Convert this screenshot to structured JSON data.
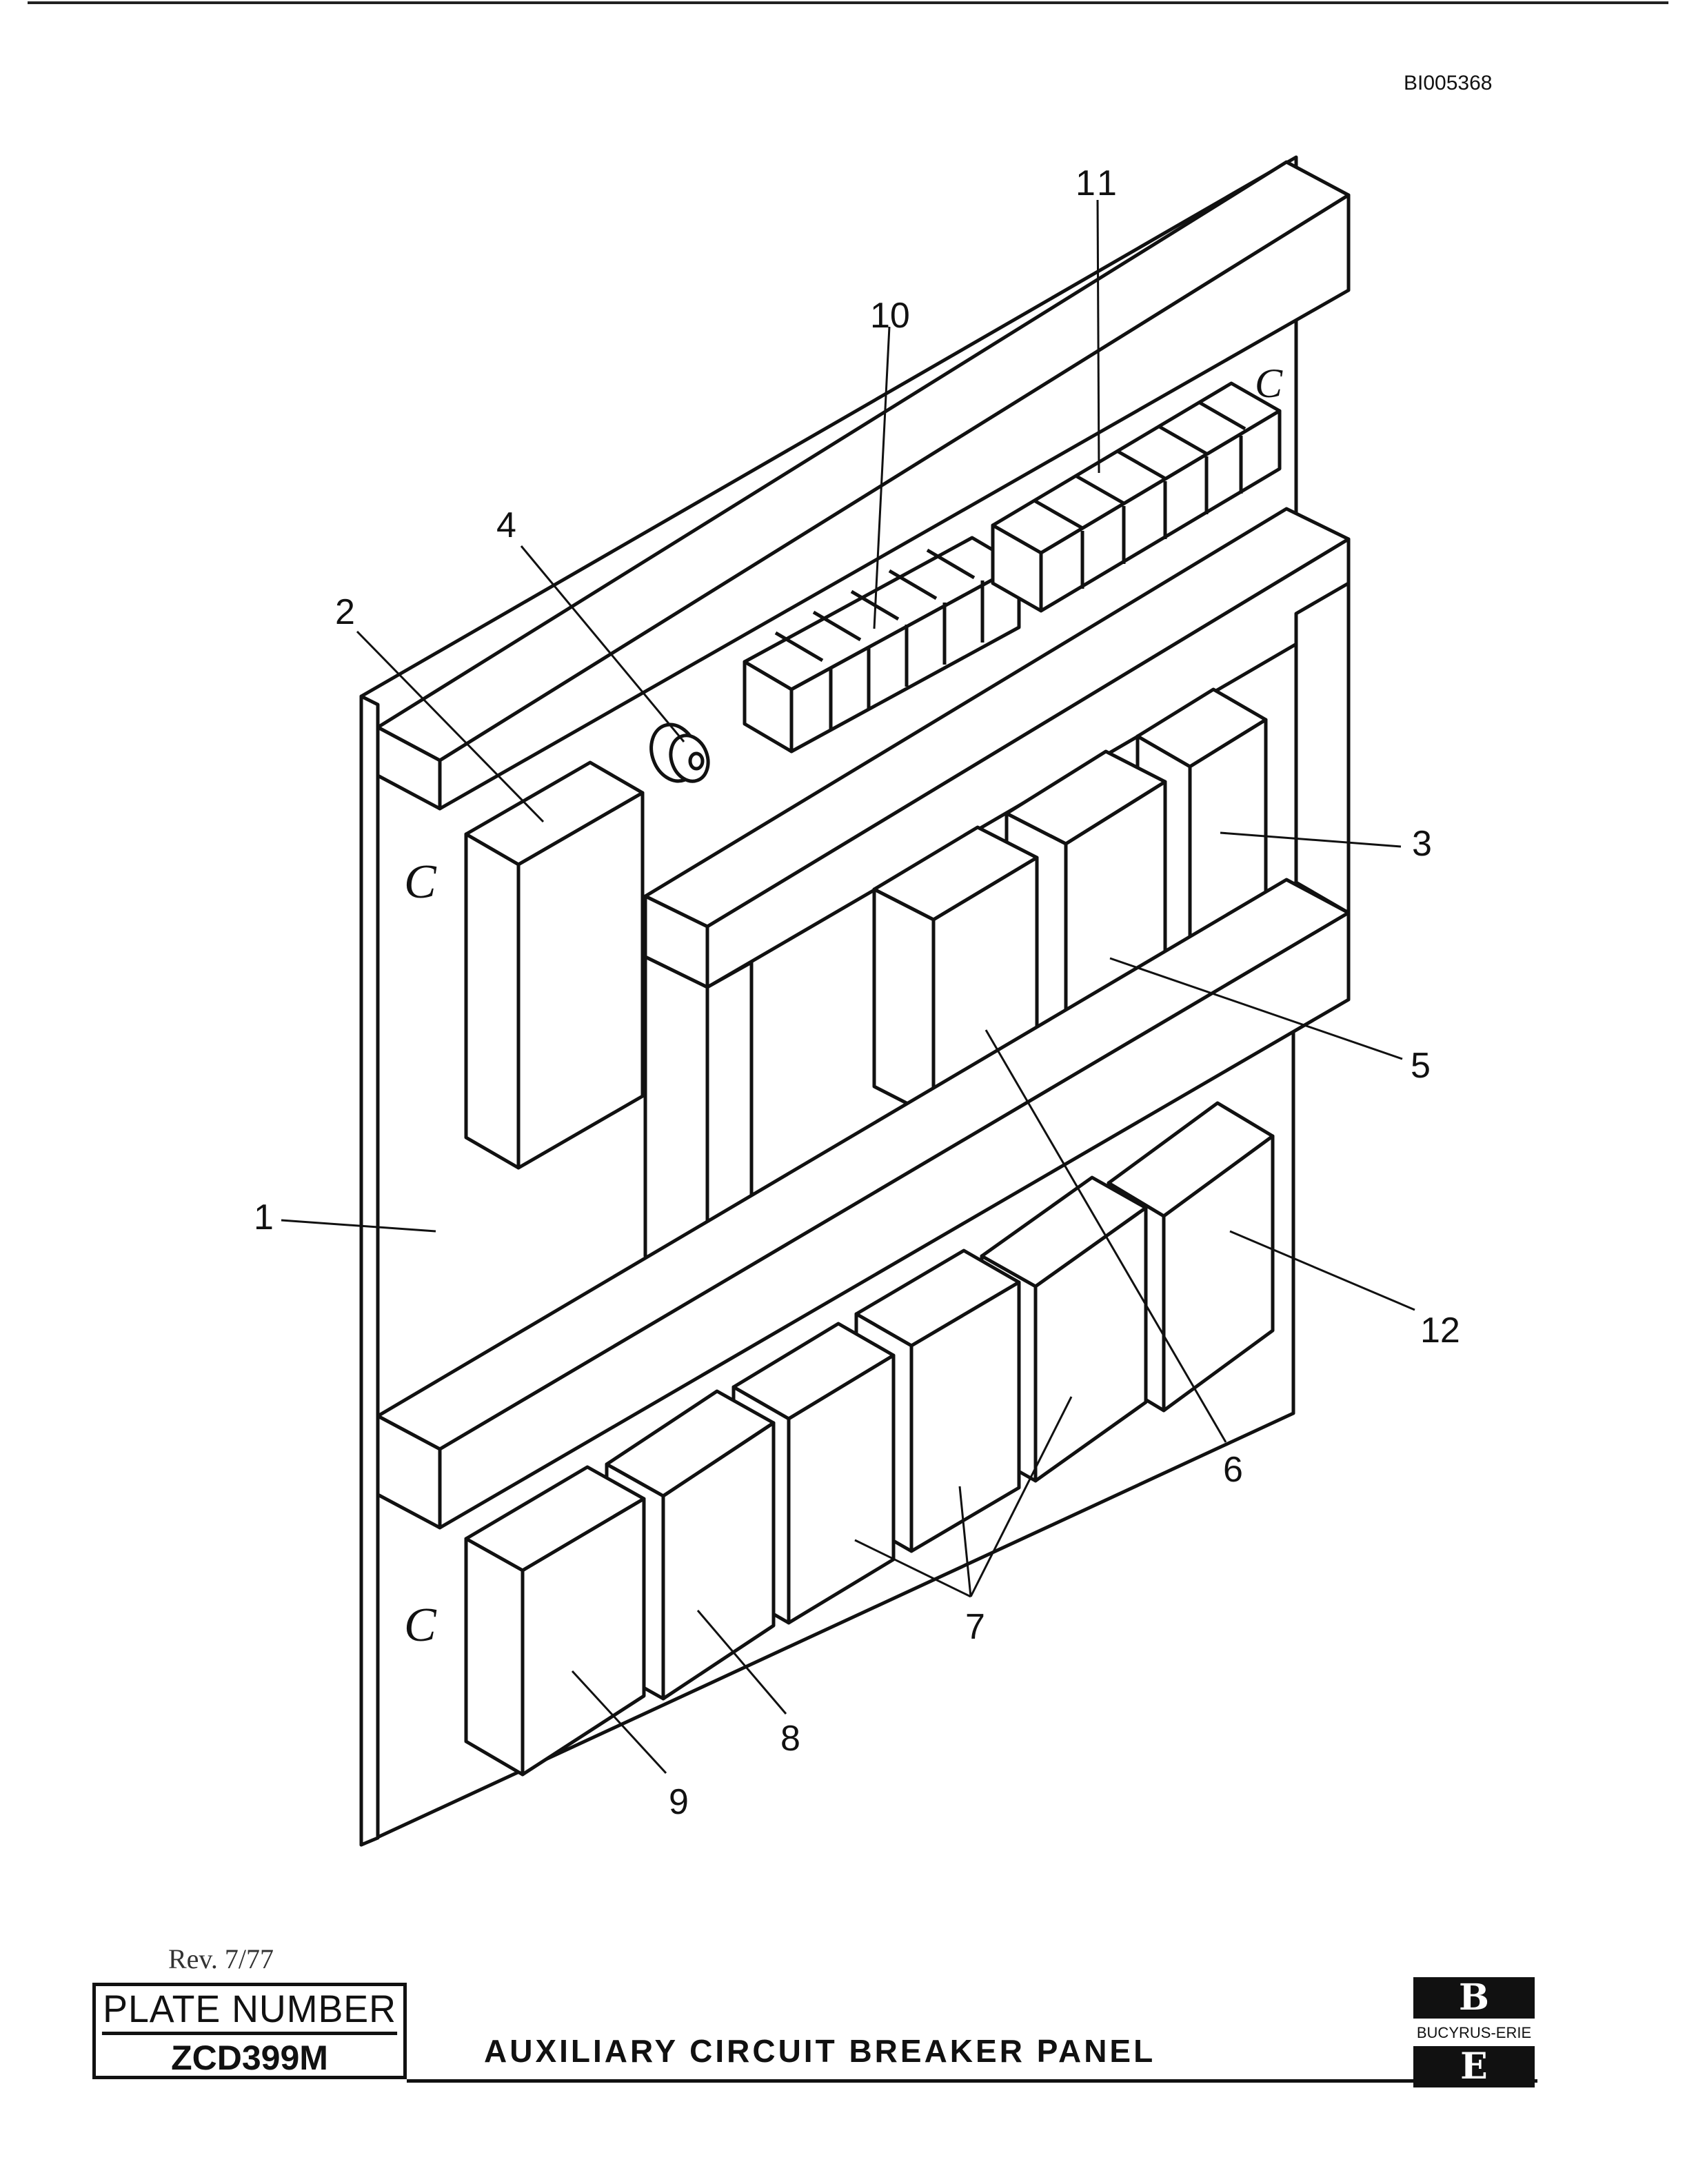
{
  "document_id": "BI005368",
  "revision": "Rev. 7/77",
  "plate": {
    "label": "PLATE NUMBER",
    "number": "ZCD399M"
  },
  "title": "AUXILIARY CIRCUIT BREAKER PANEL",
  "logo": {
    "top_letter": "B",
    "bottom_letter": "E",
    "company": "BUCYRUS-ERIE"
  },
  "callouts": [
    "1",
    "2",
    "3",
    "4",
    "5",
    "6",
    "7",
    "8",
    "9",
    "10",
    "11",
    "12"
  ],
  "mounting_marks": [
    "C",
    "C",
    "C"
  ]
}
